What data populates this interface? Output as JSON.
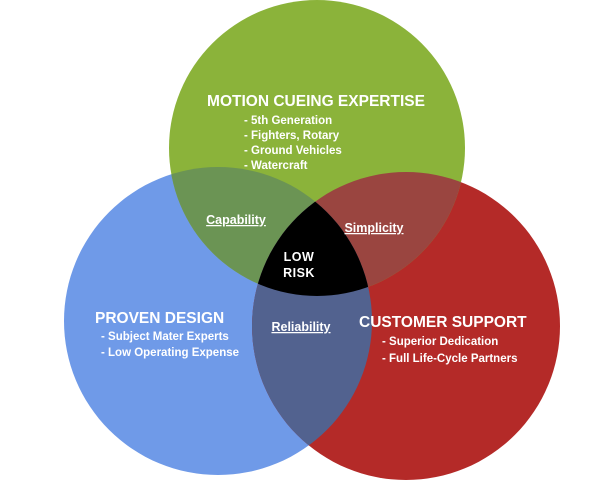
{
  "colors": {
    "motion": "#8bb33a",
    "proven": "#6f9ae8",
    "customer": "#b42a28",
    "motion_proven": "#6b9454",
    "motion_customer": "#9a4540",
    "proven_customer": "#52628f",
    "center": "#000000",
    "text": "#ffffff"
  },
  "circles": {
    "motion": {
      "title": "MOTION CUEING EXPERTISE",
      "bullets": [
        "- 5th Generation",
        "- Fighters, Rotary",
        "- Ground Vehicles",
        "- Watercraft"
      ]
    },
    "proven": {
      "title": "PROVEN DESIGN",
      "bullets": [
        "- Subject Mater Experts",
        "- Low Operating Expense"
      ]
    },
    "customer": {
      "title": "CUSTOMER SUPPORT",
      "bullets": [
        "- Superior Dedication",
        "- Full Life-Cycle Partners"
      ]
    }
  },
  "overlaps": {
    "motion_proven": "Capability",
    "motion_customer": "Simplicity",
    "proven_customer": "Reliability"
  },
  "center": {
    "line1": "LOW",
    "line2": "RISK"
  }
}
